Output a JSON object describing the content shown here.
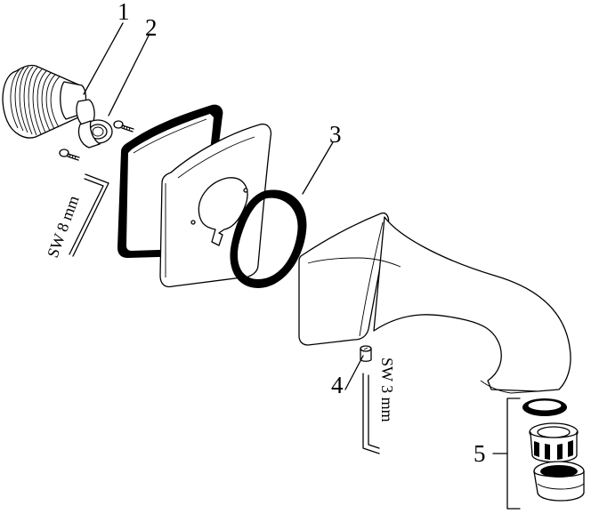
{
  "callouts": {
    "c1": "1",
    "c2": "2",
    "c3": "3",
    "c4": "4",
    "c5": "5"
  },
  "wrenches": {
    "large": "SW 8 mm",
    "small": "SW 3 mm"
  },
  "colors": {
    "line": "#000000",
    "background": "#ffffff"
  }
}
